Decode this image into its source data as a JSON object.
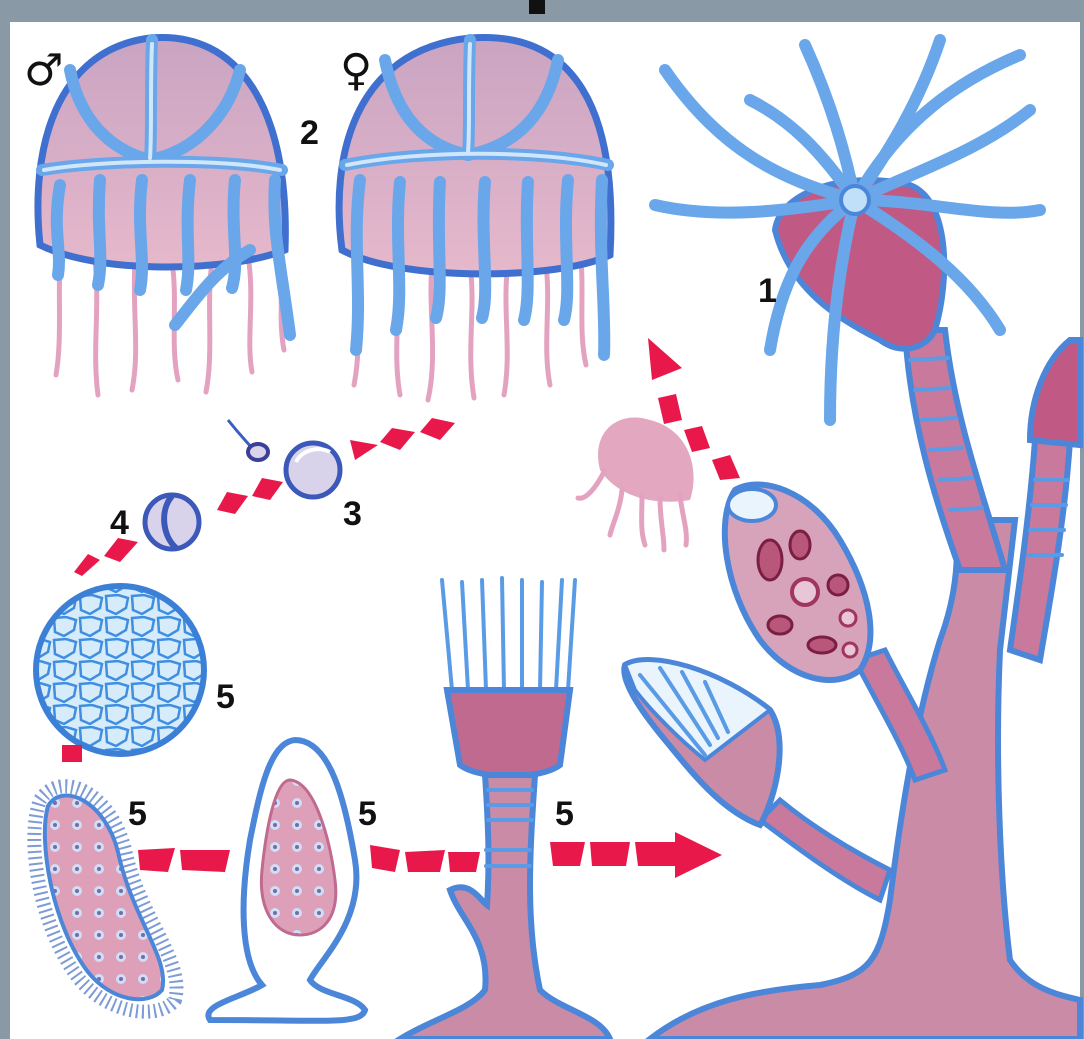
{
  "symbols": {
    "male": "♂",
    "female": "♀"
  },
  "labels": {
    "polyp_colony": "1",
    "medusae": "2",
    "egg": "3",
    "zygote": "4",
    "blastula": "5",
    "planula": "5",
    "settled_larva": "5",
    "young_polyp": "5"
  },
  "colors": {
    "outline_blue": "#3f7fd6",
    "body_pink": "#d9a3bb",
    "body_dark": "#b8577a",
    "arrow_red": "#e8194a",
    "background": "#ffffff",
    "frame": "#8a99a6"
  }
}
